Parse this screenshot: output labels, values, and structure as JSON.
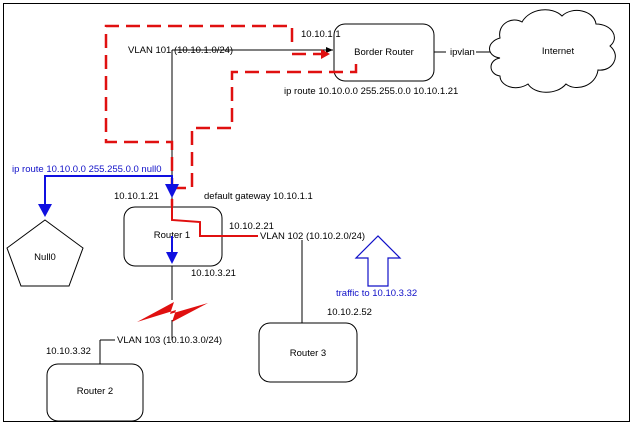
{
  "nodes": {
    "border_router": "Border Router",
    "internet": "Internet",
    "router1": "Router 1",
    "router2": "Router 2",
    "router3": "Router 3",
    "null0": "Null0"
  },
  "labels": {
    "border_ip": "10.10.1.1",
    "vlan101": "VLAN 101 (10.10.1.0/24)",
    "ipvlan": "ipvlan",
    "ip_route_border": "ip route 10.10.0.0 255.255.0.0 10.10.1.21",
    "ip_route_null": "ip route 10.10.0.0 255.255.0.0 null0",
    "r1_top_ip": "10.10.1.21",
    "default_gateway": "default gateway 10.10.1.1",
    "r1_right_ip": "10.10.2.21",
    "vlan102": "VLAN 102 (10.10.2.0/24)",
    "r1_bottom_ip": "10.10.3.21",
    "traffic": "traffic to 10.10.3.32",
    "r3_ip": "10.10.2.52",
    "r2_ip": "10.10.3.32",
    "vlan103": "VLAN 103 (10.10.3.0/24)"
  },
  "colors": {
    "route_loop": "#e01010",
    "blackhole_route": "#1010e0",
    "traffic_arrow": "#1010c8",
    "link": "#000000"
  }
}
